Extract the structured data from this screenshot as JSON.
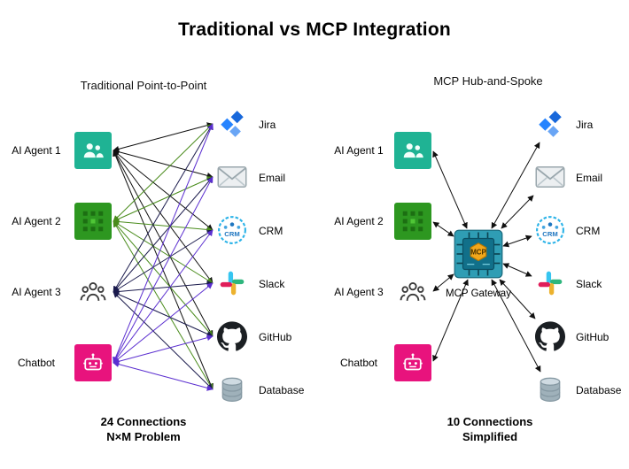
{
  "title": "Traditional vs MCP Integration",
  "left": {
    "heading": "Traditional Point-to-Point",
    "agents": [
      {
        "label": "AI Agent 1",
        "icon": "ai-agent-1-icon"
      },
      {
        "label": "AI Agent 2",
        "icon": "ai-agent-2-icon"
      },
      {
        "label": "AI Agent 3",
        "icon": "ai-agent-3-icon"
      },
      {
        "label": "Chatbot",
        "icon": "chatbot-icon"
      }
    ],
    "services": [
      {
        "label": "Jira",
        "icon": "jira-icon"
      },
      {
        "label": "Email",
        "icon": "email-icon"
      },
      {
        "label": "CRM",
        "icon": "crm-icon",
        "icon_text": "CRM"
      },
      {
        "label": "Slack",
        "icon": "slack-icon"
      },
      {
        "label": "GitHub",
        "icon": "github-icon"
      },
      {
        "label": "Database",
        "icon": "database-icon"
      }
    ],
    "footer": {
      "line1": "24 Connections",
      "line2": "N×M Problem"
    }
  },
  "right": {
    "heading": "MCP Hub-and-Spoke",
    "hub": {
      "label": "MCP Gateway",
      "chip_text": "MCP",
      "icon": "mcp-gateway-icon"
    },
    "agents": [
      {
        "label": "AI Agent 1",
        "icon": "ai-agent-1-icon"
      },
      {
        "label": "AI Agent 2",
        "icon": "ai-agent-2-icon"
      },
      {
        "label": "AI Agent 3",
        "icon": "ai-agent-3-icon"
      },
      {
        "label": "Chatbot",
        "icon": "chatbot-icon"
      }
    ],
    "services": [
      {
        "label": "Jira",
        "icon": "jira-icon"
      },
      {
        "label": "Email",
        "icon": "email-icon"
      },
      {
        "label": "CRM",
        "icon": "crm-icon",
        "icon_text": "CRM"
      },
      {
        "label": "Slack",
        "icon": "slack-icon"
      },
      {
        "label": "GitHub",
        "icon": "github-icon"
      },
      {
        "label": "Database",
        "icon": "database-icon"
      }
    ],
    "footer": {
      "line1": "10 Connections",
      "line2": "Simplified"
    }
  },
  "colors": {
    "arrow_black": "#111111",
    "arrow_green": "#4a8c1c",
    "arrow_navy": "#1b1b4d",
    "arrow_purple": "#5b2fd0",
    "agent1_bg": "#1fb394",
    "agent2_bg": "#2d9720",
    "chatbot_bg": "#e8137d",
    "gateway_bg": "#2f9db4",
    "gateway_chip": "#f2a71b",
    "jira_blue": "#2684FF",
    "slack_palette": [
      "#36C5F0",
      "#2EB67D",
      "#ECB22E",
      "#E01E5A"
    ]
  }
}
